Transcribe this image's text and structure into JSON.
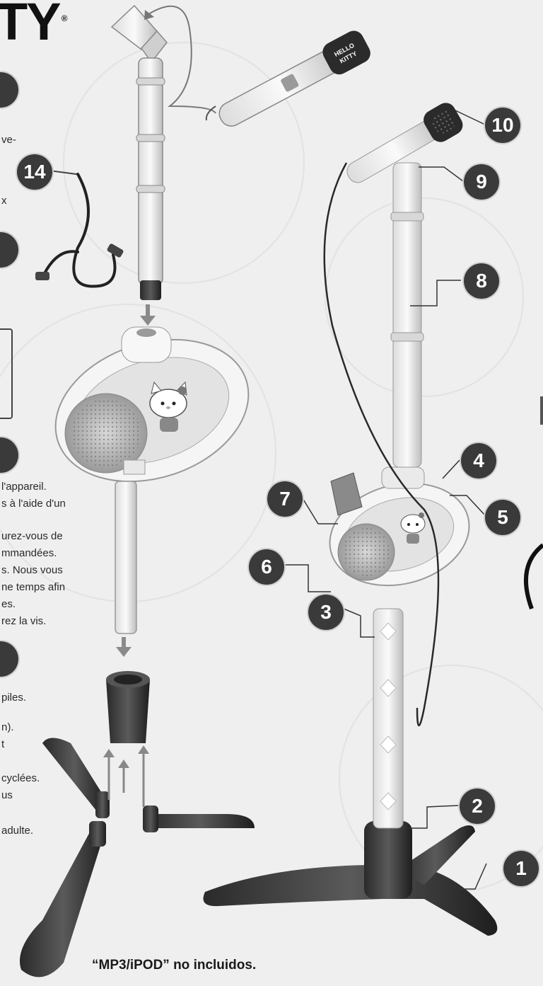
{
  "brand": {
    "text": "TY",
    "mark": "®"
  },
  "badges": [
    "14",
    "10",
    "9",
    "8",
    "4",
    "7",
    "5",
    "6",
    "3",
    "2",
    "1"
  ],
  "fragments": [
    "ve-",
    "x",
    "l'appareil.",
    "s à l'aide d'un",
    "urez-vous de",
    "mmandées.",
    "s. Nous vous",
    "ne temps afin",
    "es.",
    "rez la vis.",
    "piles.",
    "n).",
    "t",
    "cyclées.",
    "us",
    "adulte."
  ],
  "caption": "“MP3/iPOD” no incluidos.",
  "colors": {
    "background": "#efefef",
    "badge": "#3a3a3a",
    "product_white": "#f4f4f4",
    "product_dark": "#333333"
  },
  "icons": [
    "microphone-icon",
    "stand-pole-icon",
    "speaker-icon",
    "tripod-base-icon",
    "audio-cable-icon",
    "hello-kitty-icon"
  ]
}
